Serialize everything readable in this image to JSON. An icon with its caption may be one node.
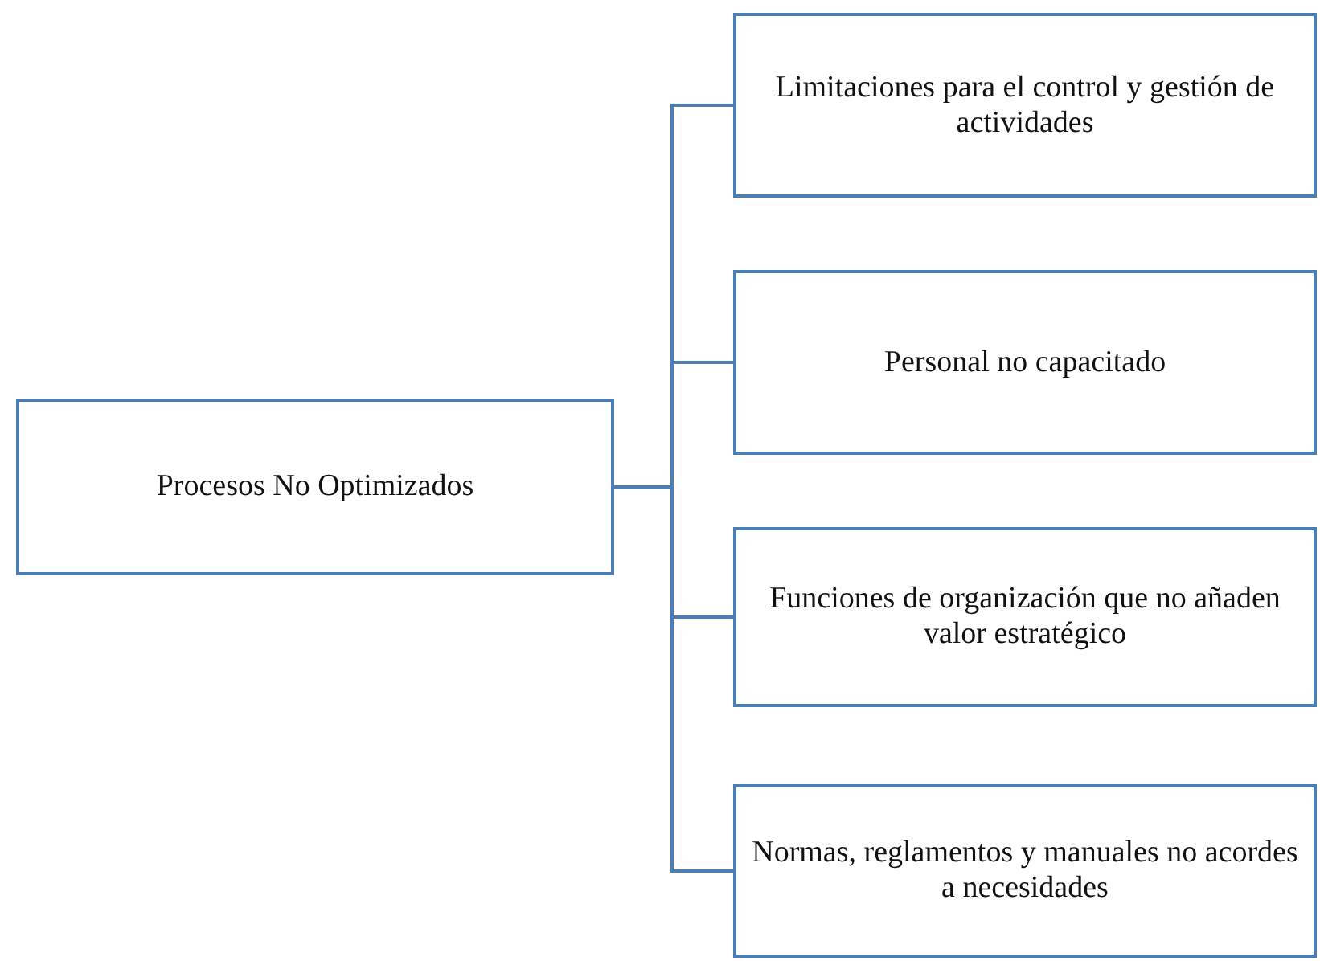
{
  "diagram": {
    "nodes": [
      {
        "text": [
          "Procesos No Optimizados"
        ]
      },
      {
        "text": [
          "Limitaciones para el control y gestión de actividades"
        ]
      },
      {
        "text": [
          "Personal no capacitado"
        ]
      },
      {
        "text": [
          "Funciones de organización que no añaden valor estratégico"
        ]
      },
      {
        "text": [
          "Normas, reglamentos y manuales no acordes a necesidades"
        ]
      }
    ],
    "edges": [
      {
        "from": 0,
        "to": 1,
        "arrow": "none"
      },
      {
        "from": 0,
        "to": 2,
        "arrow": "none"
      },
      {
        "from": 0,
        "to": 3,
        "arrow": "none"
      },
      {
        "from": 0,
        "to": 4,
        "arrow": "none"
      }
    ]
  }
}
